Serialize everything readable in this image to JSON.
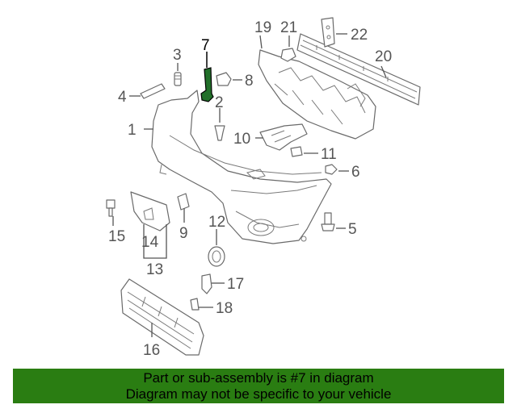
{
  "diagram": {
    "highlighted_part": "7",
    "callouts": {
      "c1": "1",
      "c2": "2",
      "c3": "3",
      "c4": "4",
      "c5": "5",
      "c6": "6",
      "c7": "7",
      "c8": "8",
      "c9": "9",
      "c10": "10",
      "c11": "11",
      "c12": "12",
      "c13": "13",
      "c14": "14",
      "c15": "15",
      "c16": "16",
      "c17": "17",
      "c18": "18",
      "c19": "19",
      "c20": "20",
      "c21": "21",
      "c22": "22"
    }
  },
  "banner": {
    "line1": "Part or sub-assembly is #7 in diagram",
    "line2": "Diagram may not be specific to your vehicle",
    "background": "#2a7d12"
  },
  "colors": {
    "highlight": "#22702a",
    "line": "#6a6a6a"
  }
}
